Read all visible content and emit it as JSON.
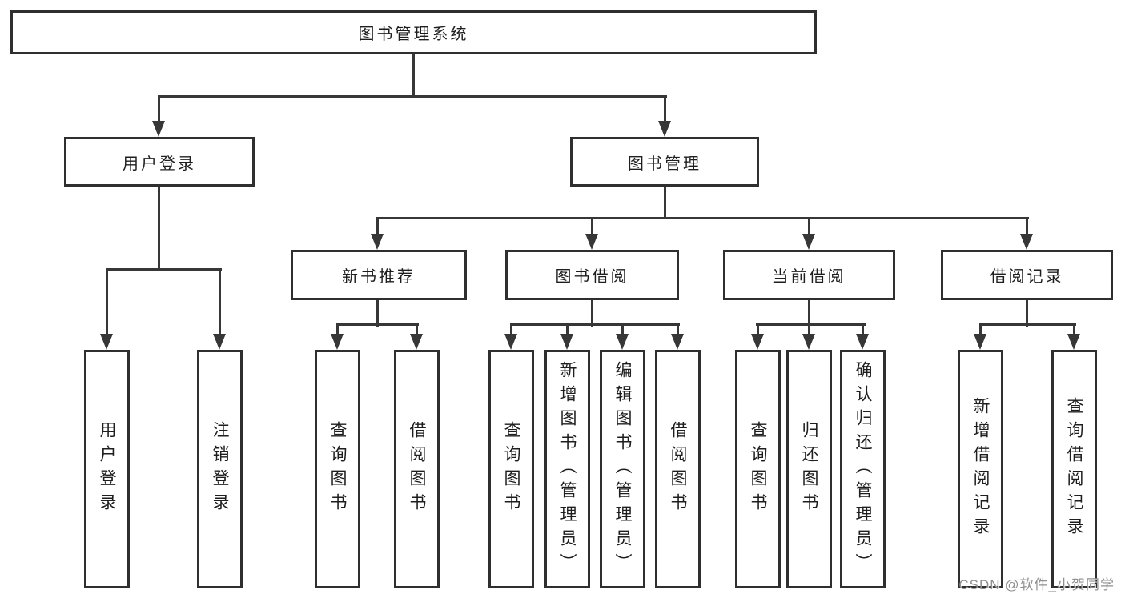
{
  "watermark": "CSDN @软件_小贺同学",
  "colors": {
    "line": "#373737",
    "box_border": "#2f2f2f",
    "text": "#1e1e1e",
    "background": "#ffffff",
    "watermark": "#8f8f8f"
  },
  "tree": {
    "label": "图书管理系统",
    "children": [
      {
        "label": "用户登录",
        "children": [
          {
            "label": "用户登录"
          },
          {
            "label": "注销登录"
          }
        ]
      },
      {
        "label": "图书管理",
        "children": [
          {
            "label": "新书推荐",
            "children": [
              {
                "label": "查询图书"
              },
              {
                "label": "借阅图书"
              }
            ]
          },
          {
            "label": "图书借阅",
            "children": [
              {
                "label": "查询图书"
              },
              {
                "label": "新增图书（管理员）"
              },
              {
                "label": "编辑图书（管理员）"
              },
              {
                "label": "借阅图书"
              }
            ]
          },
          {
            "label": "当前借阅",
            "children": [
              {
                "label": "查询图书"
              },
              {
                "label": "归还图书"
              },
              {
                "label": "确认归还（管理员）"
              }
            ]
          },
          {
            "label": "借阅记录",
            "children": [
              {
                "label": "新增借阅记录"
              },
              {
                "label": "查询借阅记录"
              }
            ]
          }
        ]
      }
    ]
  }
}
